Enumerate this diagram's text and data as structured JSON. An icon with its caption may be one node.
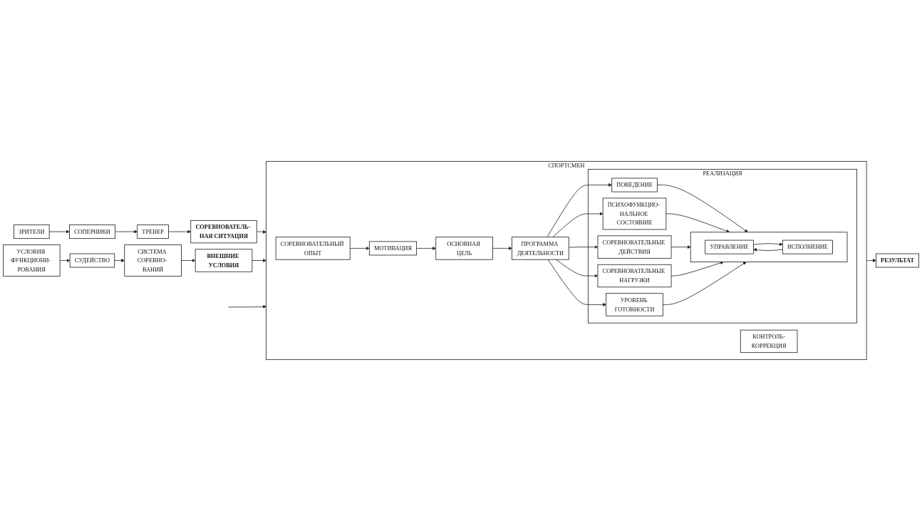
{
  "diagram": {
    "nodes": [
      {
        "text": [
          "ЗРИТЕЛИ"
        ]
      },
      {
        "text": [
          "СОПЕРНИКИ"
        ]
      },
      {
        "text": [
          "ТРЕНЕР"
        ]
      },
      {
        "text": [
          "СОРЕВНОВАТЕЛЬ- НАЯ СИТУАЦИЯ"
        ]
      },
      {
        "text": [
          "ВНЕШНИЕ УСЛОВИЯ"
        ]
      },
      {
        "text": [
          "СИСТЕМА СОРЕВНО- ВАНИЙ"
        ]
      },
      {
        "text": [
          "СУДЕЙСТВО"
        ]
      },
      {
        "text": [
          "УСЛОВИЯ ФУНКЦИОНИ- РОВАНИЯ"
        ]
      },
      {
        "text": [
          "СПОРТСМЕН"
        ]
      },
      {
        "text": [
          "СОРЕВНОВАТЕЛЬНЫЙ ОПЫТ"
        ],
        "in": 8
      },
      {
        "text": [
          "МОТИВАЦИЯ"
        ],
        "in": 8
      },
      {
        "text": [
          "ОСНОВНАЯ ЦЕЛЬ"
        ],
        "in": 8
      },
      {
        "text": [
          "ПРОГРАММА ДЕЯТЕЛЬНОСТИ"
        ],
        "in": 8
      },
      {
        "text": [
          "РЕАЛИЗАЦИЯ"
        ],
        "in": 8
      },
      {
        "text": [
          "ПОВЕДЕНИЕ"
        ],
        "in": 13
      },
      {
        "text": [
          "ПСИХОФУНКЦИО- НАЛЬНОЕ СОСТОЯНИЕ"
        ],
        "in": 13
      },
      {
        "text": [
          "СОРЕВНОВАТЕЛЬНЫЕ ДЕЙСТВИЯ"
        ],
        "in": 13
      },
      {
        "text": [
          "СОРЕВНОВАТЕЛЬНЫЕ НАГРУЗКИ"
        ],
        "in": 13
      },
      {
        "text": [
          "УРОВЕНЬ ГОТОВНОСТИ"
        ],
        "in": 13
      },
      {
        "text": [],
        "shape": "box",
        "in": 13
      },
      {
        "text": [
          "УПРАВЛЕНИЕ"
        ],
        "in": 19
      },
      {
        "text": [
          "ИСПОЛНЕНИЕ"
        ],
        "in": 19
      },
      {
        "text": [
          "КОНТРОЛЬ-КОРРЕКЦИЯ"
        ],
        "in": 8
      },
      {
        "text": [
          "РЕЗУЛЬТАТ"
        ]
      }
    ],
    "edges": [
      {
        "from": 0,
        "to": 1,
        "arrow": "to"
      },
      {
        "from": 1,
        "to": 2,
        "arrow": "to"
      },
      {
        "from": 2,
        "to": 3,
        "arrow": "to"
      },
      {
        "from": 3,
        "to": 8,
        "arrow": "to"
      },
      {
        "from": 4,
        "to": 8,
        "arrow": "to"
      },
      {
        "from": null,
        "to": 8,
        "arrow": "to"
      },
      {
        "from": 5,
        "to": 4,
        "arrow": "to"
      },
      {
        "from": 6,
        "to": 5,
        "arrow": "to"
      },
      {
        "from": 7,
        "to": 6,
        "arrow": "to"
      },
      {
        "from": 9,
        "to": 10,
        "arrow": "to"
      },
      {
        "from": 10,
        "to": 11,
        "arrow": "to"
      },
      {
        "from": 11,
        "to": 12,
        "arrow": "to"
      },
      {
        "from": 12,
        "to": 14,
        "arrow": "to"
      },
      {
        "from": 12,
        "to": 15,
        "arrow": "to"
      },
      {
        "from": 12,
        "to": 16,
        "arrow": "to"
      },
      {
        "from": 12,
        "to": 17,
        "arrow": "to"
      },
      {
        "from": 12,
        "to": 18,
        "arrow": "to"
      },
      {
        "from": 14,
        "to": 19,
        "arrow": "to"
      },
      {
        "from": 15,
        "to": 19,
        "arrow": "to"
      },
      {
        "from": 16,
        "to": 19,
        "arrow": "to"
      },
      {
        "from": 17,
        "to": 19,
        "arrow": "to"
      },
      {
        "from": 18,
        "to": 19,
        "arrow": "to"
      },
      {
        "from": 20,
        "to": 21,
        "arrow": "to"
      },
      {
        "from": 21,
        "to": 20,
        "arrow": "to"
      },
      {
        "from": 8,
        "to": 23,
        "arrow": "to"
      }
    ]
  }
}
